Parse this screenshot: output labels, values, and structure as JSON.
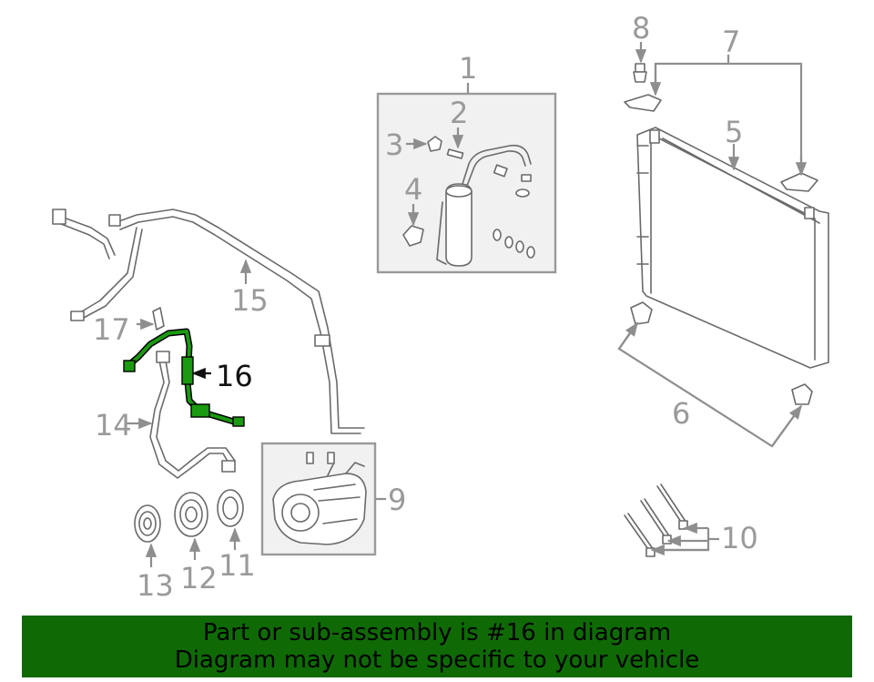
{
  "highlight_color": "#0f6a06",
  "callouts": {
    "c1": "1",
    "c2": "2",
    "c3": "3",
    "c4": "4",
    "c5": "5",
    "c6": "6",
    "c7": "7",
    "c8": "8",
    "c9": "9",
    "c10": "10",
    "c11": "11",
    "c12": "12",
    "c13": "13",
    "c14": "14",
    "c15": "15",
    "c16": "16",
    "c17": "17"
  },
  "banner": {
    "line1": "Part or sub-assembly is #16 in diagram",
    "line2": "Diagram may not be specific to your vehicle"
  }
}
